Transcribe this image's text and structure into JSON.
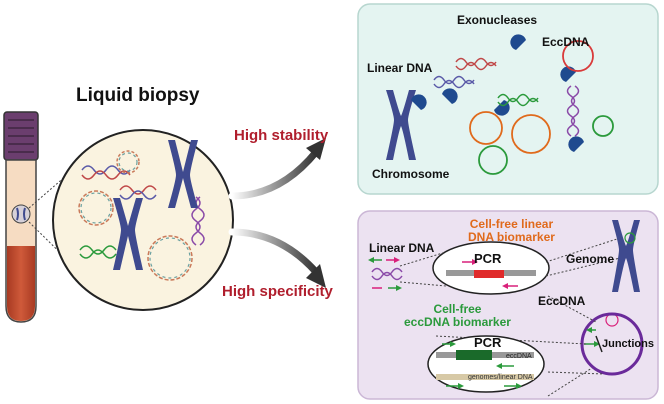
{
  "left": {
    "title": "Liquid biopsy",
    "arrow_top_label": "High stability",
    "arrow_bottom_label": "High specificity"
  },
  "top_panel": {
    "exonucleases": "Exonucleases",
    "eccdna": "EccDNA",
    "linear_dna": "Linear DNA",
    "chromosome": "Chromosome"
  },
  "bottom_panel": {
    "linear_biomarker_line1": "Cell-free linear",
    "linear_biomarker_line2": "DNA biomarker",
    "linear_dna": "Linear DNA",
    "genome": "Genome",
    "pcr_top": "PCR",
    "eccdna": "EccDNA",
    "ecc_biomarker_line1": "Cell-free",
    "ecc_biomarker_line2": "eccDNA biomarker",
    "junctions": "Junctions",
    "pcr_bottom": "PCR",
    "bar_ecc_label": "eccDNA",
    "bar_genome_label": "genomes/linear DNA"
  },
  "colors": {
    "accent_red": "#b01e2d",
    "accent_orange": "#e06a1c",
    "accent_green": "#2b9a3c",
    "top_panel_bg": "#e4f4f1",
    "bottom_panel_bg": "#ece2f1",
    "chromosome": "#3f4a8f"
  }
}
